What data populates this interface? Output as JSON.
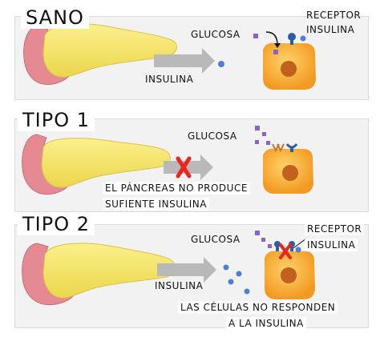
{
  "colors": {
    "panel": "#f2f2f2",
    "pancreas_yellow": "#f5e36b",
    "pancreas_pink": "#e58a92",
    "cell_orange": "#f6b23c",
    "nucleus": "#c2601e",
    "arrow_gray": "#b9b9b9",
    "glucose_purple": "#8a63c9",
    "insulin_blue": "#4f7fd6",
    "receptor_blue": "#2a5fa8",
    "cross_red": "#e8261d"
  },
  "sections": {
    "sano": {
      "title": "SANO",
      "glucose_label": "GLUCOSA",
      "insulin_label": "INSULINA",
      "receptor_label_line1": "RECEPTOR",
      "receptor_label_line2": "INSULINA"
    },
    "tipo1": {
      "title": "TIPO 1",
      "glucose_label": "GLUCOSA",
      "caption_line1": "EL PÁNCREAS NO PRODUCE",
      "caption_line2": "SUFIENTE INSULINA"
    },
    "tipo2": {
      "title": "TIPO 2",
      "glucose_label": "GLUCOSA",
      "insulin_label": "INSULINA",
      "receptor_label_line1": "RECEPTOR",
      "receptor_label_line2": "INSULINA",
      "caption_line1": "LAS CÉLULAS NO RESPONDEN",
      "caption_line2": "A LA INSULINA"
    }
  }
}
